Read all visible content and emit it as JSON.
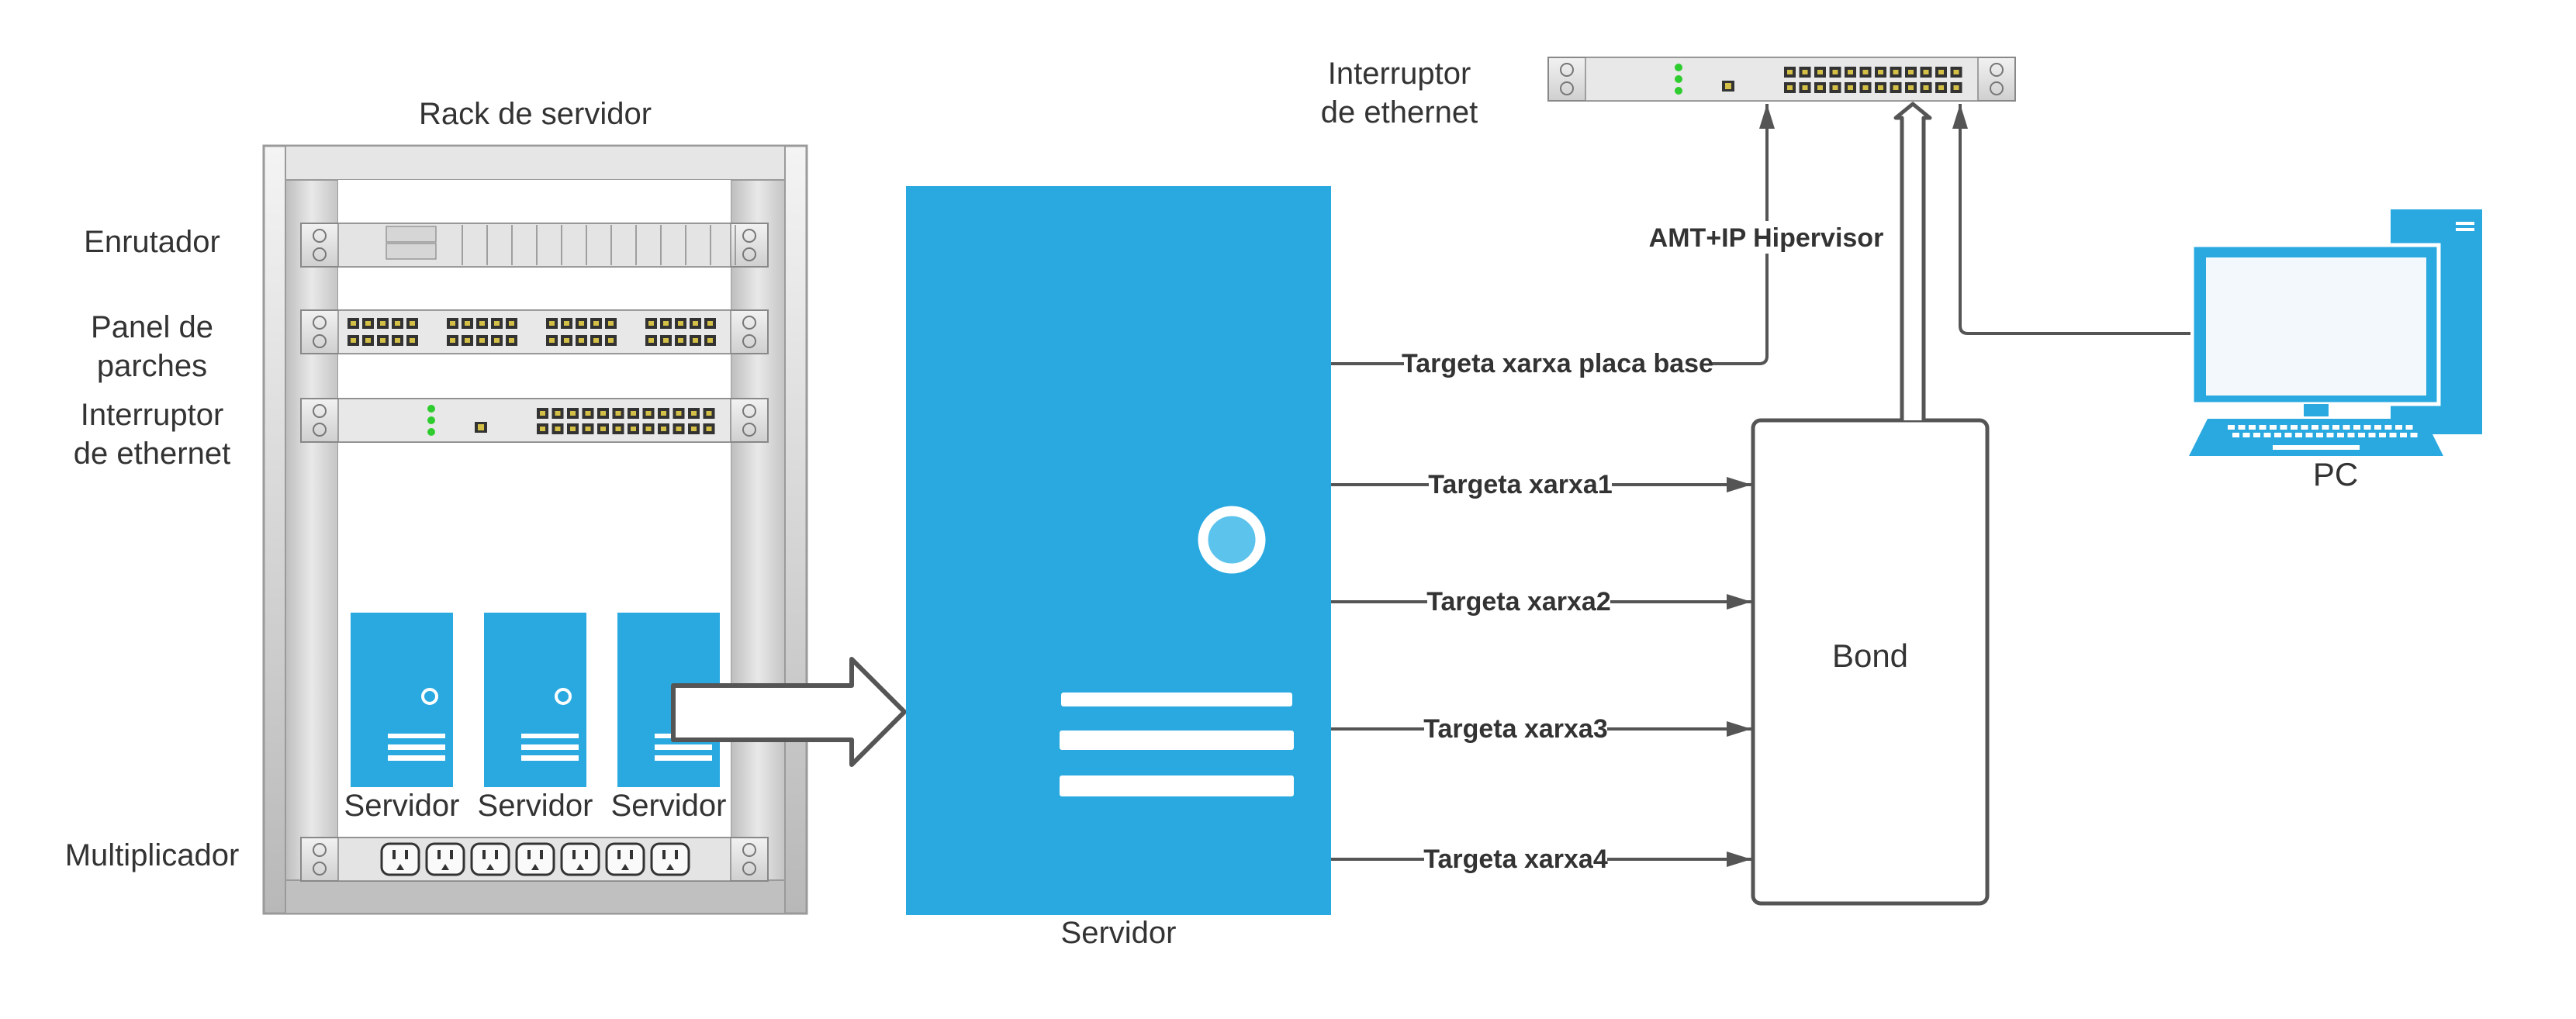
{
  "labels": {
    "rack_title": "Rack de servidor",
    "router": "Enrutador",
    "patch_panel_line1": "Panel de",
    "patch_panel_line2": "parches",
    "switch_line1": "Interruptor",
    "switch_line2": "de ethernet",
    "power_strip": "Multiplicador",
    "small_server": "Servidor",
    "main_server": "Servidor",
    "top_switch_line1": "Interruptor",
    "top_switch_line2": "de ethernet",
    "amt": "AMT+IP Hipervisor",
    "nic_base": "Targeta xarxa placa base",
    "nic1": "Targeta xarxa1",
    "nic2": "Targeta xarxa2",
    "nic3": "Targeta xarxa3",
    "nic4": "Targeta xarxa4",
    "bond": "Bond",
    "pc": "PC"
  },
  "colors": {
    "server_blue": "#2aa9e0",
    "line": "#555555",
    "rack_frame": "#aaaaaa",
    "led_green": "#2ecc2e"
  }
}
